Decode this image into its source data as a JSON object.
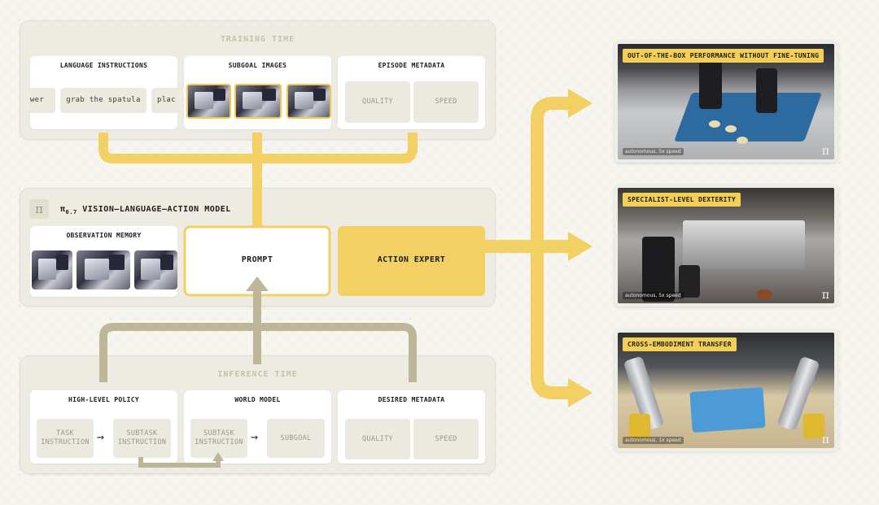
{
  "training": {
    "title": "TRAINING TIME",
    "language_instructions": {
      "title": "LANGUAGE INSTRUCTIONS",
      "chips": [
        "wer",
        "grab the spatula",
        "plac"
      ]
    },
    "subgoal_images": {
      "title": "SUBGOAL IMAGES"
    },
    "episode_metadata": {
      "title": "EPISODE METADATA",
      "chips": [
        "QUALITY",
        "SPEED"
      ]
    }
  },
  "model": {
    "badge_icon": "pi-icon",
    "pi_symbol": "π",
    "version": "0.7",
    "title": "VISION–LANGUAGE–ACTION MODEL",
    "observation_memory": {
      "title": "OBSERVATION MEMORY"
    },
    "prompt_label": "PROMPT",
    "action_expert_label": "ACTION EXPERT"
  },
  "inference": {
    "title": "INFERENCE TIME",
    "high_level_policy": {
      "title": "HIGH-LEVEL POLICY",
      "chips": [
        "TASK\nINSTRUCTION",
        "SUBTASK\nINSTRUCTION"
      ]
    },
    "world_model": {
      "title": "WORLD MODEL",
      "chips": [
        "SUBTASK\nINSTRUCTION",
        "SUBGOAL"
      ]
    },
    "desired_metadata": {
      "title": "DESIRED METADATA",
      "chips": [
        "QUALITY",
        "SPEED"
      ]
    },
    "arrow_symbol": "→"
  },
  "outputs": [
    {
      "caption": "OUT-OF-THE-BOX PERFORMANCE WITHOUT FINE-TUNING",
      "footnote": "autonomous, 5x speed",
      "mark": "π"
    },
    {
      "caption": "SPECIALIST-LEVEL DEXTERITY",
      "footnote": "autonomous, 5x speed",
      "mark": "π"
    },
    {
      "caption": "CROSS-EMBODIMENT TRANSFER",
      "footnote": "autonomous, 1x speed",
      "mark": "π"
    }
  ],
  "colors": {
    "accent_yellow": "#f3d064",
    "arrow_gray": "#bdb699",
    "panel_bg": "#eeece2"
  }
}
